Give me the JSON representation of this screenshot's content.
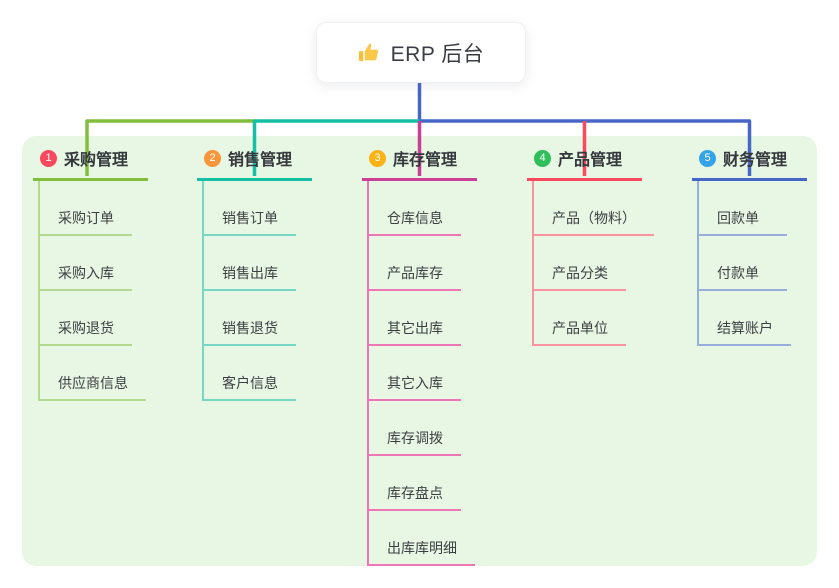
{
  "root": {
    "label": "ERP 后台",
    "icon": "thumbs-up-icon",
    "icon_color": "#f5c038"
  },
  "branches": [
    {
      "badge": "1",
      "label": "采购管理",
      "color": "#82bd3e",
      "light_color": "#b3da8e",
      "badge_color": "#f8495e",
      "children": [
        "采购订单",
        "采购入库",
        "采购退货",
        "供应商信息"
      ]
    },
    {
      "badge": "2",
      "label": "销售管理",
      "color": "#15bfa6",
      "light_color": "#77d6c4",
      "badge_color": "#f9953a",
      "children": [
        "销售订单",
        "销售出库",
        "销售退货",
        "客户信息"
      ]
    },
    {
      "badge": "3",
      "label": "库存管理",
      "color": "#ca3e96",
      "light_color": "#ef76b6",
      "badge_color": "#fbb414",
      "children": [
        "仓库信息",
        "产品库存",
        "其它出库",
        "其它入库",
        "库存调拨",
        "库存盘点",
        "出库库明细"
      ]
    },
    {
      "badge": "4",
      "label": "产品管理",
      "color": "#f8495e",
      "light_color": "#f9939f",
      "badge_color": "#2ebf5b",
      "children": [
        "产品（物料）",
        "产品分类",
        "产品单位"
      ]
    },
    {
      "badge": "5",
      "label": "财务管理",
      "color": "#4866c5",
      "light_color": "#97aedd",
      "badge_color": "#34a3e7",
      "children": [
        "回款单",
        "付款单",
        "结算账户"
      ]
    }
  ],
  "colors": {
    "canvas_bg": "#ffffff",
    "panel_bg": "#e8f6e4",
    "root_connector": "#4866c5",
    "text": "#3c4043"
  }
}
